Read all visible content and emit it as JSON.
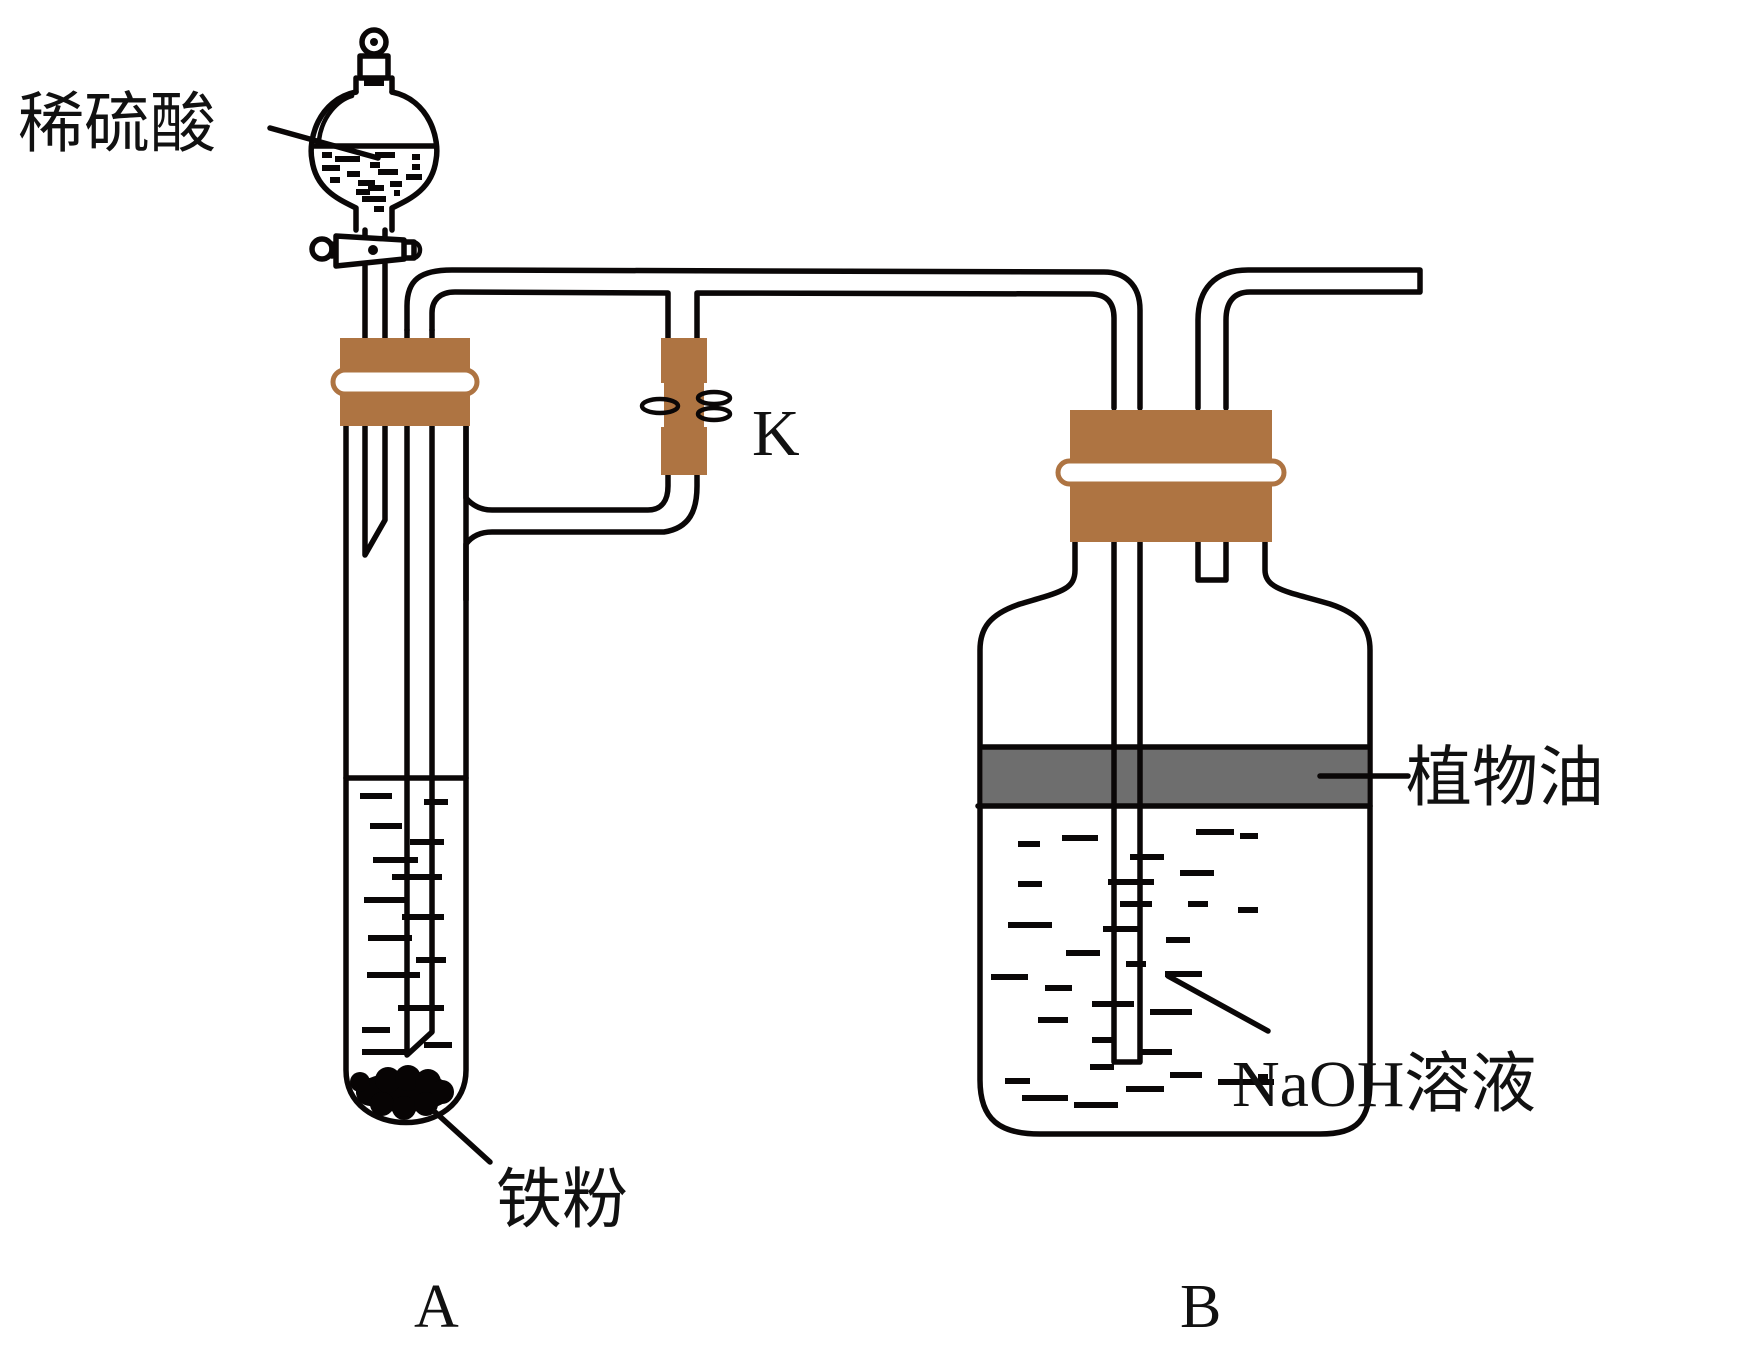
{
  "diagram": {
    "type": "chemistry-apparatus",
    "description": "Preparation of Fe(OH)2: test tube A with dilute sulfuric acid and iron powder connected via clamp K to wash bottle B containing NaOH solution under vegetable oil",
    "labels": {
      "dilute_sulfuric_acid": "稀硫酸",
      "iron_powder": "铁粉",
      "clamp_k": "K",
      "vegetable_oil": "植物油",
      "naoh_solution": "NaOH溶液",
      "apparatus_a": "A",
      "apparatus_b": "B"
    },
    "colors": {
      "stopper": "#ae7442",
      "oil_layer": "#6e6e6e",
      "outline": "#0a0707",
      "background": "#ffffff"
    }
  }
}
